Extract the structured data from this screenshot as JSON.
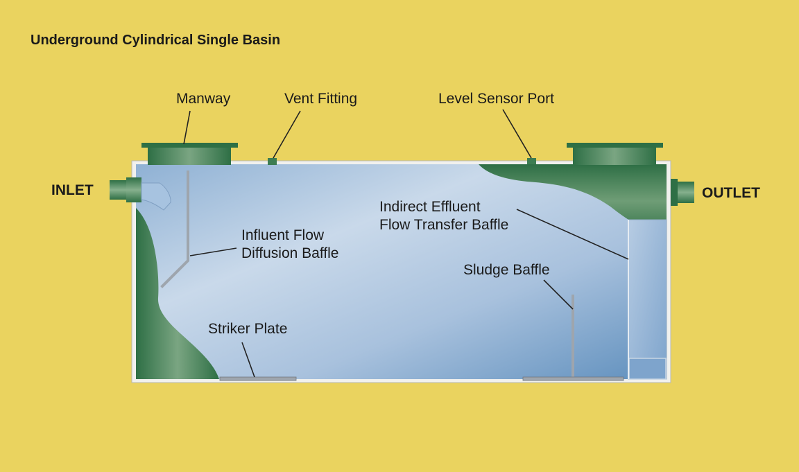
{
  "title": "Underground Cylindrical Single Basin",
  "labels": {
    "manway": "Manway",
    "vent_fitting": "Vent Fitting",
    "level_sensor_port": "Level Sensor Port",
    "inlet": "INLET",
    "outlet": "OUTLET",
    "influent_line1": "Influent Flow",
    "influent_line2": "Diffusion Baffle",
    "indirect_line1": "Indirect Effluent",
    "indirect_line2": "Flow Transfer Baffle",
    "sludge_baffle": "Sludge Baffle",
    "striker_plate": "Striker Plate"
  },
  "colors": {
    "background": "#ead35f",
    "water_light": "#c9d9ea",
    "water_dark": "#5f8fbd",
    "green": "#2e6f45",
    "green_light": "#6f9d76",
    "baffle": "#9ea5ad"
  }
}
